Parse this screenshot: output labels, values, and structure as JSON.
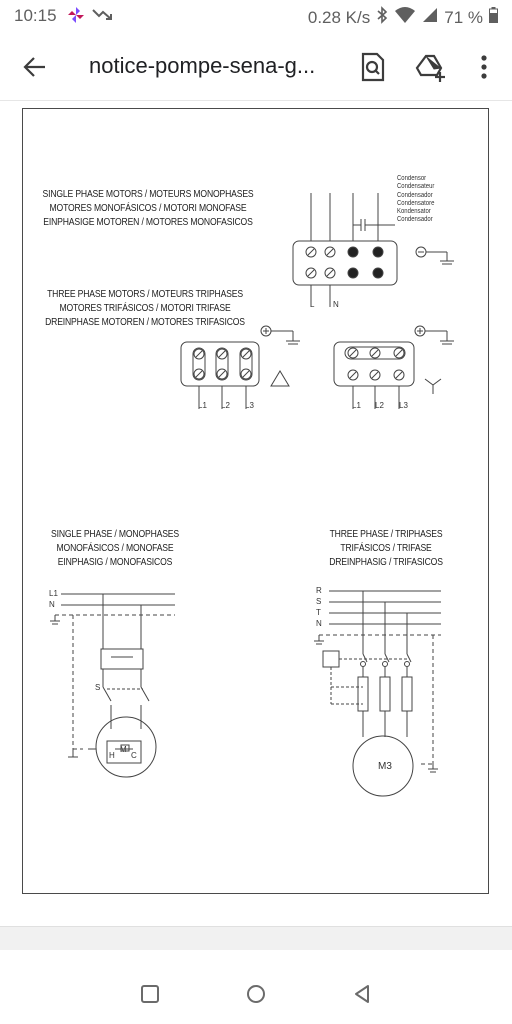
{
  "status_bar": {
    "time": "10:15",
    "network_speed": "0.28 K/s",
    "battery": "71 %"
  },
  "app_bar": {
    "title": "notice-pompe-sena-g..."
  },
  "document": {
    "heading_single_phase_motors": [
      "SINGLE PHASE MOTORS / MOTEURS MONOPHASES",
      "MOTORES MONOFÁSICOS / MOTORI MONOFASE",
      "EINPHASIGE MOTOREN / MOTORES MONOFASICOS"
    ],
    "condenser_labels": [
      "Condensor",
      "Condensateur",
      "Condensador",
      "Condensatore",
      "Kondensator",
      "Condensador"
    ],
    "single_phase_terminals": [
      "L",
      "N"
    ],
    "heading_three_phase_motors": [
      "THREE PHASE MOTORS / MOTEURS TRIPHASES",
      "MOTORES TRIFÁSICOS / MOTORI TRIFASE",
      "DREINPHASE MOTOREN / MOTORES TRIFASICOS"
    ],
    "three_phase_terminals": [
      "L1",
      "L2",
      "L3"
    ],
    "heading_single_phase": [
      "SINGLE PHASE / MONOPHASES",
      "MONOFÁSICOS / MONOFASE",
      "EINPHASIG / MONOFASICOS"
    ],
    "single_phase_lines": [
      "L1",
      "N"
    ],
    "single_phase_switch": "S",
    "single_phase_motor_labels": [
      "H",
      "M",
      "C"
    ],
    "heading_three_phase": [
      "THREE PHASE / TRIPHASES",
      "TRIFÁSICOS / TRIFASE",
      "DREINPHASIG / TRIFASICOS"
    ],
    "three_phase_lines": [
      "R",
      "S",
      "T",
      "N"
    ],
    "motor_label": "M3"
  }
}
